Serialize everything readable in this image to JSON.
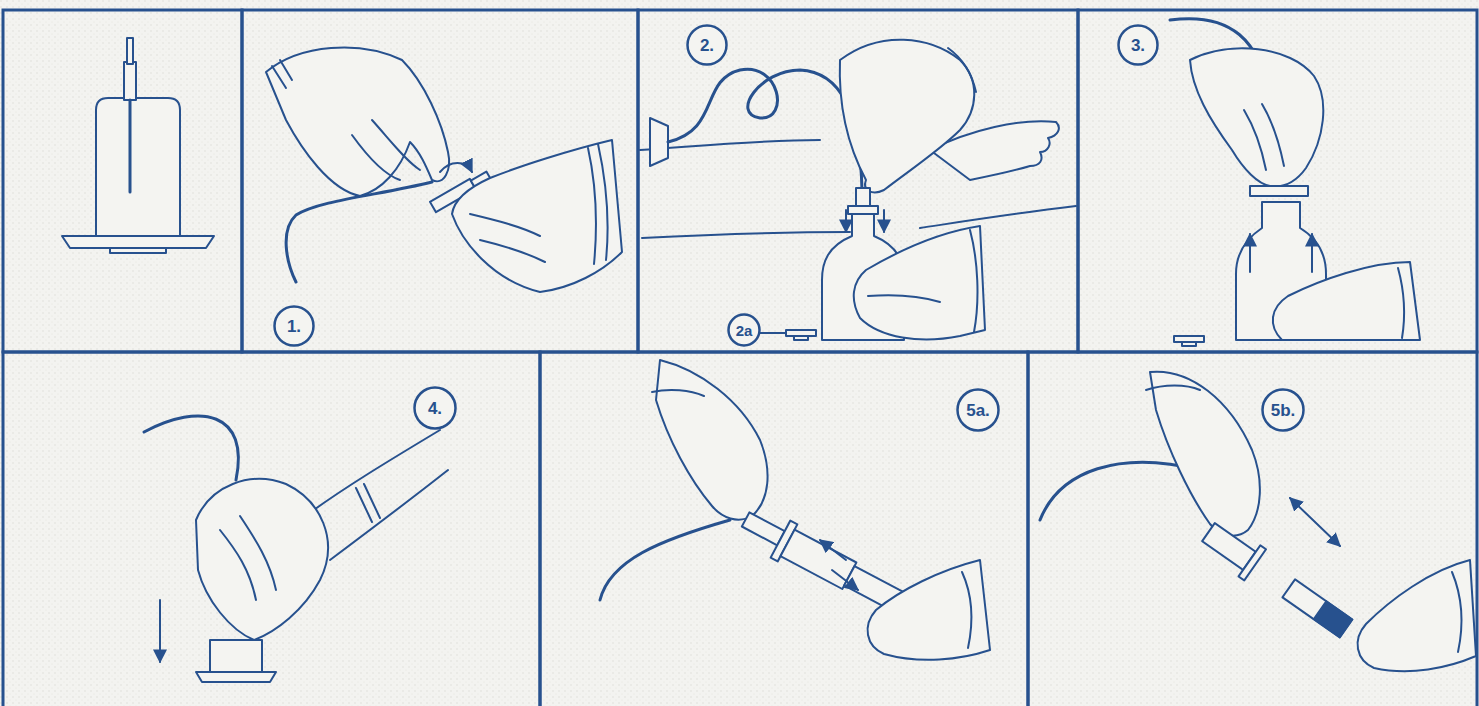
{
  "diagram": {
    "nodes": [
      {
        "text": [
          "1."
        ]
      },
      {
        "text": [
          "2."
        ]
      },
      {
        "text": [
          "2a"
        ]
      },
      {
        "text": [
          "3."
        ]
      },
      {
        "text": [
          "4."
        ]
      },
      {
        "text": [
          "5a."
        ]
      },
      {
        "text": [
          "5b."
        ]
      }
    ]
  }
}
